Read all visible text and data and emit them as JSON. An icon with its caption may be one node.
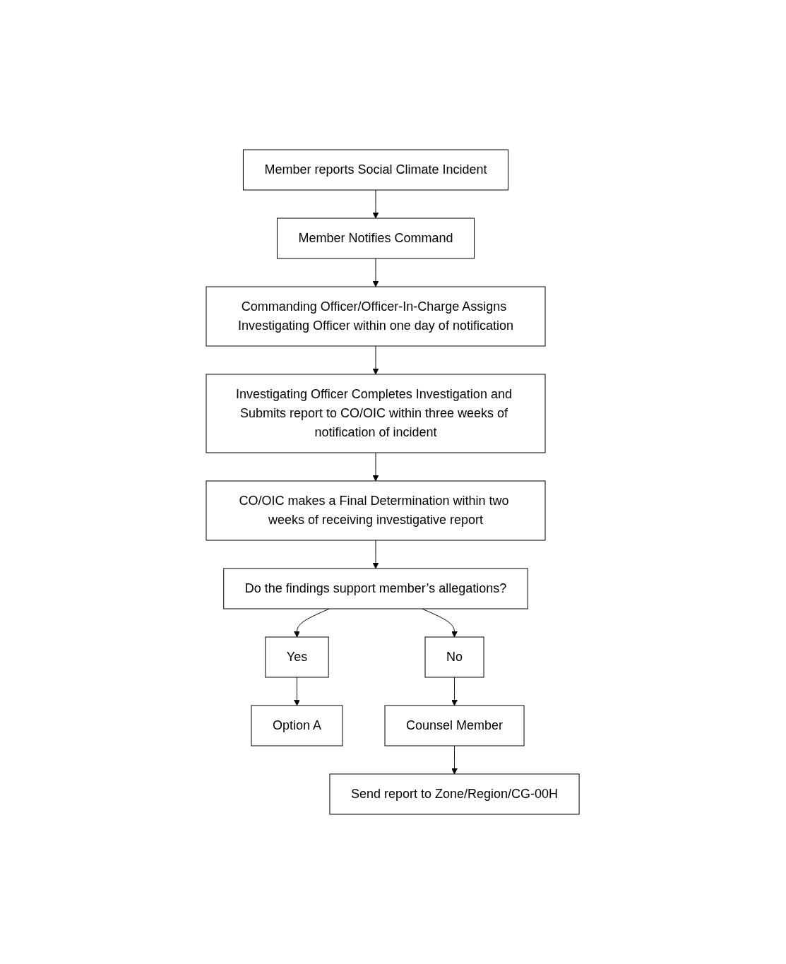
{
  "diagram": {
    "nodes": [
      {
        "text": [
          "Member reports Social Climate Incident"
        ]
      },
      {
        "text": [
          "Member Notifies Command"
        ]
      },
      {
        "text": [
          "Commanding Officer/Officer-In-Charge Assigns Investigating Officer within one day of notification"
        ]
      },
      {
        "text": [
          "Investigating Officer Completes Investigation and Submits report to CO/OIC within three weeks of notification of incident"
        ]
      },
      {
        "text": [
          "CO/OIC makes a Final Determination within two weeks of receiving investigative report"
        ]
      },
      {
        "text": [
          "Yes"
        ]
      },
      {
        "text": [
          "Do the findings support member’s allegations?"
        ]
      },
      {
        "text": [
          "No"
        ]
      },
      {
        "text": [
          "Option A"
        ]
      },
      {
        "text": [
          "Counsel Member"
        ]
      },
      {
        "text": [
          "Send report to Zone/Region/CG-00H"
        ]
      }
    ],
    "edges": [
      {
        "from": 0,
        "to": 1,
        "arrow": "to"
      },
      {
        "from": 1,
        "to": 2,
        "arrow": "to"
      },
      {
        "from": 2,
        "to": 3,
        "arrow": "to"
      },
      {
        "from": 3,
        "to": 4,
        "arrow": "to"
      },
      {
        "from": 4,
        "to": 6,
        "arrow": "to"
      },
      {
        "from": 6,
        "to": 5,
        "arrow": "to"
      },
      {
        "from": 6,
        "to": 7,
        "arrow": "to"
      },
      {
        "from": 5,
        "to": 8,
        "arrow": "to"
      },
      {
        "from": 7,
        "to": 9,
        "arrow": "to"
      },
      {
        "from": 9,
        "to": 10,
        "arrow": "to"
      }
    ]
  }
}
